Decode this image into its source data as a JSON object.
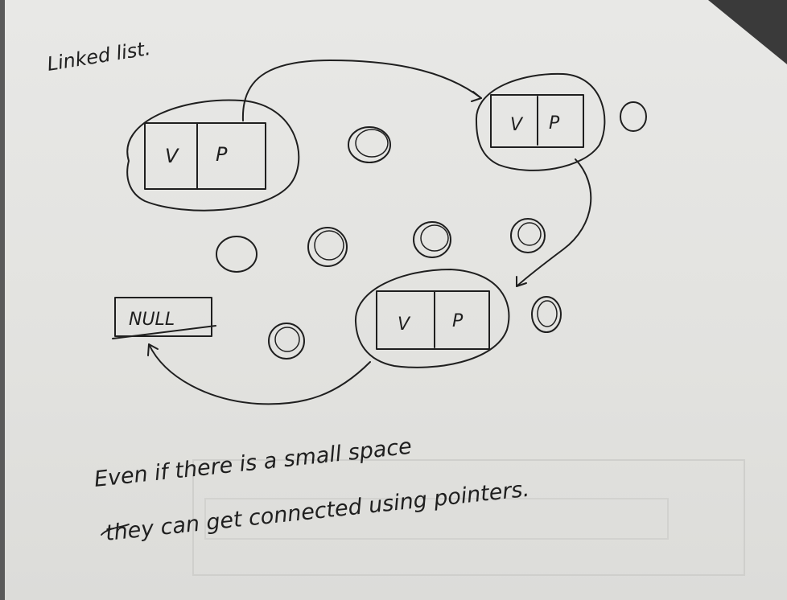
{
  "title": "Linked list.",
  "nodes": [
    {
      "value_label": "V",
      "pointer_label": "P"
    },
    {
      "value_label": "V",
      "pointer_label": "P"
    },
    {
      "value_label": "V",
      "pointer_label": "P"
    }
  ],
  "null_label": "NULL",
  "note": {
    "line1": "Even if there is a small space",
    "line2": "they can get connected using pointers."
  }
}
